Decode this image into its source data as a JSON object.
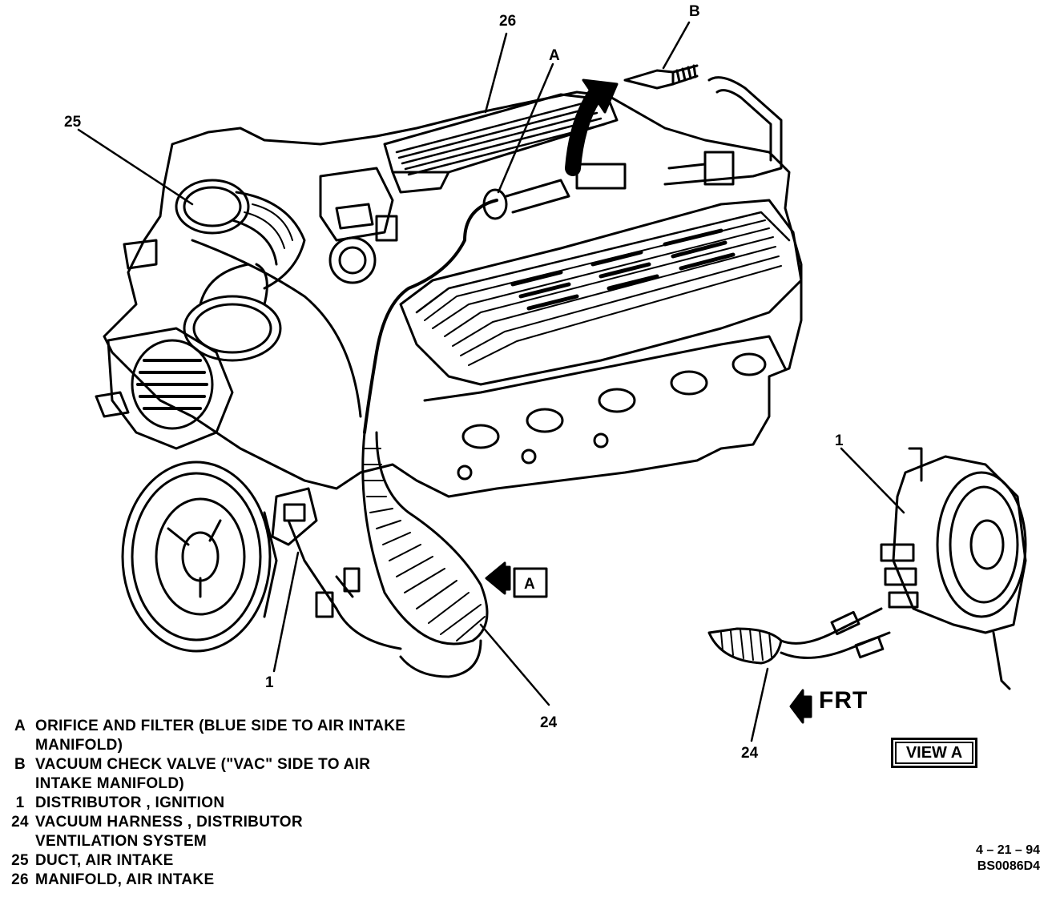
{
  "callouts": {
    "c26": "26",
    "cB": "B",
    "cA": "A",
    "c25": "25",
    "c1_main": "1",
    "c24_main": "24",
    "c1_view": "1",
    "c24_view": "24",
    "view_arrow_label": "A"
  },
  "view_a_label": "VIEW A",
  "frt_label": "FRT",
  "legend": [
    {
      "key": "A",
      "text": "ORIFICE AND FILTER (BLUE SIDE TO AIR INTAKE\nMANIFOLD)"
    },
    {
      "key": "B",
      "text": "VACUUM CHECK VALVE (\"VAC\" SIDE TO AIR\nINTAKE MANIFOLD)"
    },
    {
      "key": "1",
      "text": "DISTRIBUTOR , IGNITION"
    },
    {
      "key": "24",
      "text": "VACUUM HARNESS , DISTRIBUTOR\nVENTILATION SYSTEM"
    },
    {
      "key": "25",
      "text": "DUCT, AIR INTAKE"
    },
    {
      "key": "26",
      "text": "MANIFOLD, AIR INTAKE"
    }
  ],
  "stamp": {
    "date": "4 – 21 – 94",
    "code": "BS0086D4"
  }
}
